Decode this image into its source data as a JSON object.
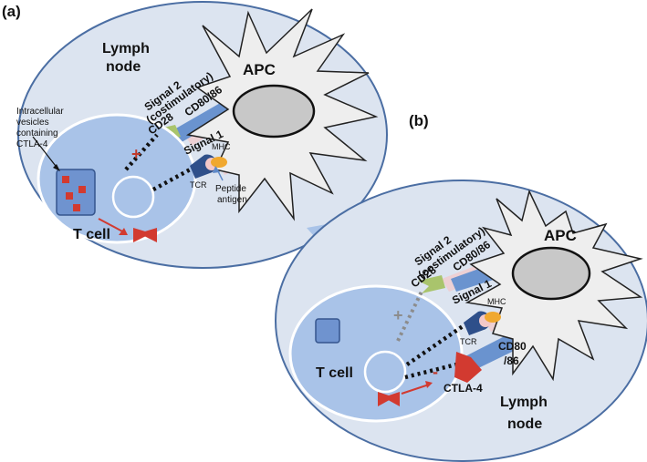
{
  "panel_a": {
    "label": "(a)",
    "location_line1": "Lymph",
    "location_line2": "node",
    "apc": "APC",
    "signal2_line1": "Signal 2",
    "signal2_line2": "(costimulatory)",
    "cd80_86": "CD80/86",
    "cd28": "CD28",
    "signal1": "Signal 1",
    "mhc": "MHC",
    "tcr": "TCR",
    "peptide_line1": "Peptide",
    "peptide_line2": "antigen",
    "vesicle_line1": "Intracellular",
    "vesicle_line2": "vesicles",
    "vesicle_line3": "containing",
    "vesicle_line4": "CTLA-4",
    "plus": "+",
    "tcell": "T cell"
  },
  "panel_b": {
    "label": "(b)",
    "apc": "APC",
    "signal2_line1": "Signal 2",
    "signal2_line2": "(costimulatory)",
    "cd80_86": "CD80/86",
    "cd28": "CD28",
    "signal1": "Signal 1",
    "mhc": "MHC",
    "tcr": "TCR",
    "cd80_line1": "CD80",
    "cd80_line2": "/86",
    "ctla4": "CTLA-4",
    "plus": "+",
    "minus": "-",
    "tcell": "T cell",
    "location_line1": "Lymph",
    "location_line2": "node"
  },
  "colors": {
    "node_fill": "#dce4f0",
    "node_stroke": "#5a7aa8",
    "tcell_fill": "#a9c3e8",
    "apc_fill": "#eeeeee",
    "nucleus_fill": "#c8c8c8",
    "receptor_blue": "#5f8ac9",
    "receptor_green": "#a9c46c",
    "ctla4_red": "#d23a30",
    "mhc_dark": "#2e4f8a",
    "antigen_orange": "#f0a830",
    "arrow_blue": "#a9c3e8"
  }
}
